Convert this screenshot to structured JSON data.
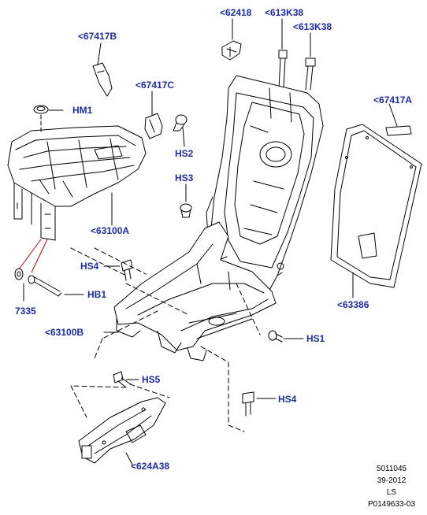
{
  "diagram": {
    "link_color": "#1a2ab8",
    "line_color": "#000000",
    "leader_color": "#cc0000",
    "callouts": {
      "c62418": "<62418",
      "c613K38a": "<613K38",
      "c613K38b": "<613K38",
      "c67417B": "<67417B",
      "cHM1": "HM1",
      "c67417C": "<67417C",
      "cHS2": "HS2",
      "c67417A": "<67417A",
      "cHS3": "HS3",
      "c63100A": "<63100A",
      "cHS4a": "HS4",
      "cHB1": "HB1",
      "c7335": "7335",
      "c63386": "<63386",
      "c63100B": "<63100B",
      "cHS1": "HS1",
      "cHS5": "HS5",
      "cHS4b": "HS4",
      "c624A38": "<624A38"
    },
    "footer": {
      "line1": "5011045",
      "line2": "39-2012",
      "line3": "LS",
      "line4": "P0149633-03"
    }
  }
}
